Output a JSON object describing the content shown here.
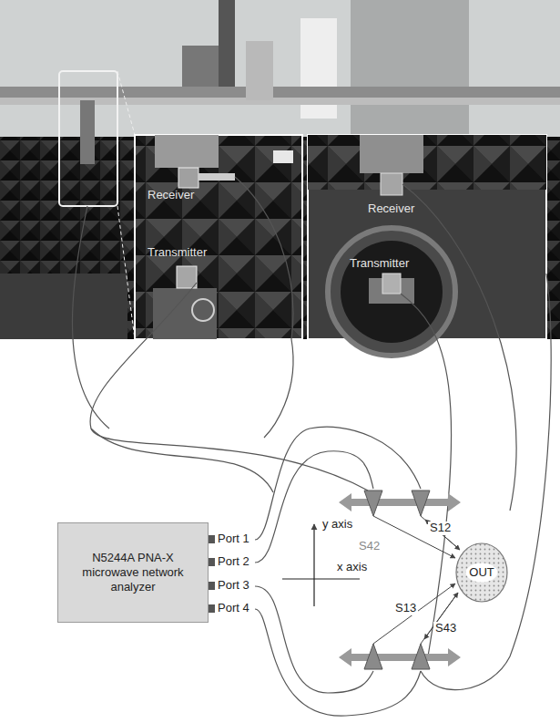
{
  "diagram": {
    "nodes": [
      {
        "text": [
          "N5244A PNA-X microwave network analyzer"
        ]
      },
      {
        "text": [
          "OUT"
        ]
      }
    ],
    "labels": [
      "Receiver",
      "Transmitter",
      "Receiver",
      "Transmitter",
      "Port 1",
      "Port 2",
      "Port 3",
      "Port 4",
      "y axis",
      "x axis",
      "S12",
      "S42",
      "S13",
      "S43"
    ]
  }
}
